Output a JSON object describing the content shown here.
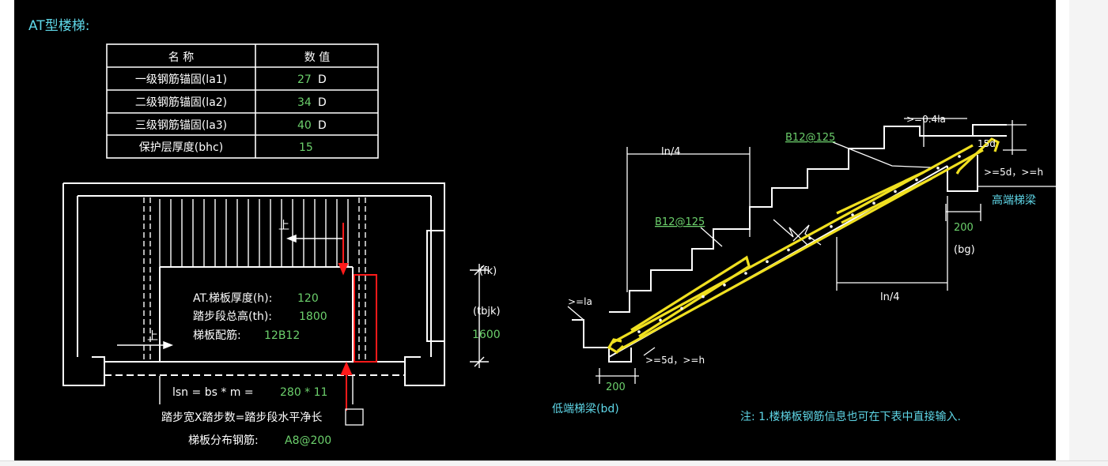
{
  "title": "AT型楼梯:",
  "table": {
    "headers": [
      "名  称",
      "数  值"
    ],
    "rows": [
      {
        "name": "一级钢筋锚固(la1)",
        "value": "27",
        "unit": "D"
      },
      {
        "name": "二级钢筋锚固(la2)",
        "value": "34",
        "unit": "D"
      },
      {
        "name": "三级钢筋锚固(la3)",
        "value": "40",
        "unit": "D"
      },
      {
        "name": "保护层厚度(bhc)",
        "value": "15",
        "unit": ""
      }
    ]
  },
  "plan": {
    "up_label_top": "上",
    "up_label_bottom": "上",
    "thickness_label": "AT.梯板厚度(h):",
    "thickness_value": "120",
    "height_label": "踏步段总高(th):",
    "height_value": "1800",
    "rebar_label": "梯板配筋:",
    "rebar_value": "12B12",
    "fk_label": "(fk)",
    "tbjk_label": "(tbjk)",
    "tbjk_value": "1600",
    "lsn_label": "lsn = bs * m =",
    "lsn_value": "280 * 11",
    "steps_label": "踏步宽X踏步数=踏步段水平净长",
    "dist_label": "梯板分布钢筋:",
    "dist_value": "A8@200"
  },
  "section": {
    "ln4_top": "ln/4",
    "ln4_bottom": "ln/4",
    "rebar_top": "B12@125",
    "rebar_bottom": "B12@125",
    "anchor_top": ">=0.4la",
    "hook_15d": "15d",
    "high_anchor": ">=5d，>=h",
    "high_beam": "高端梯梁",
    "high_200": "200",
    "bg_label": "(bg)",
    "la_label": ">=la",
    "low_anchor": ">=5d，>=h",
    "low_200": "200",
    "low_beam": "低端梯梁(bd)",
    "note": "注: 1.楼梯板钢筋信息也可在下表中直接输入."
  },
  "colors": {
    "background": "#000000",
    "line": "#ffffff",
    "cyan": "#5fd7e8",
    "value_green": "#6cd06c",
    "rebar_yellow": "#f0e020",
    "red": "#ff1a1a"
  }
}
